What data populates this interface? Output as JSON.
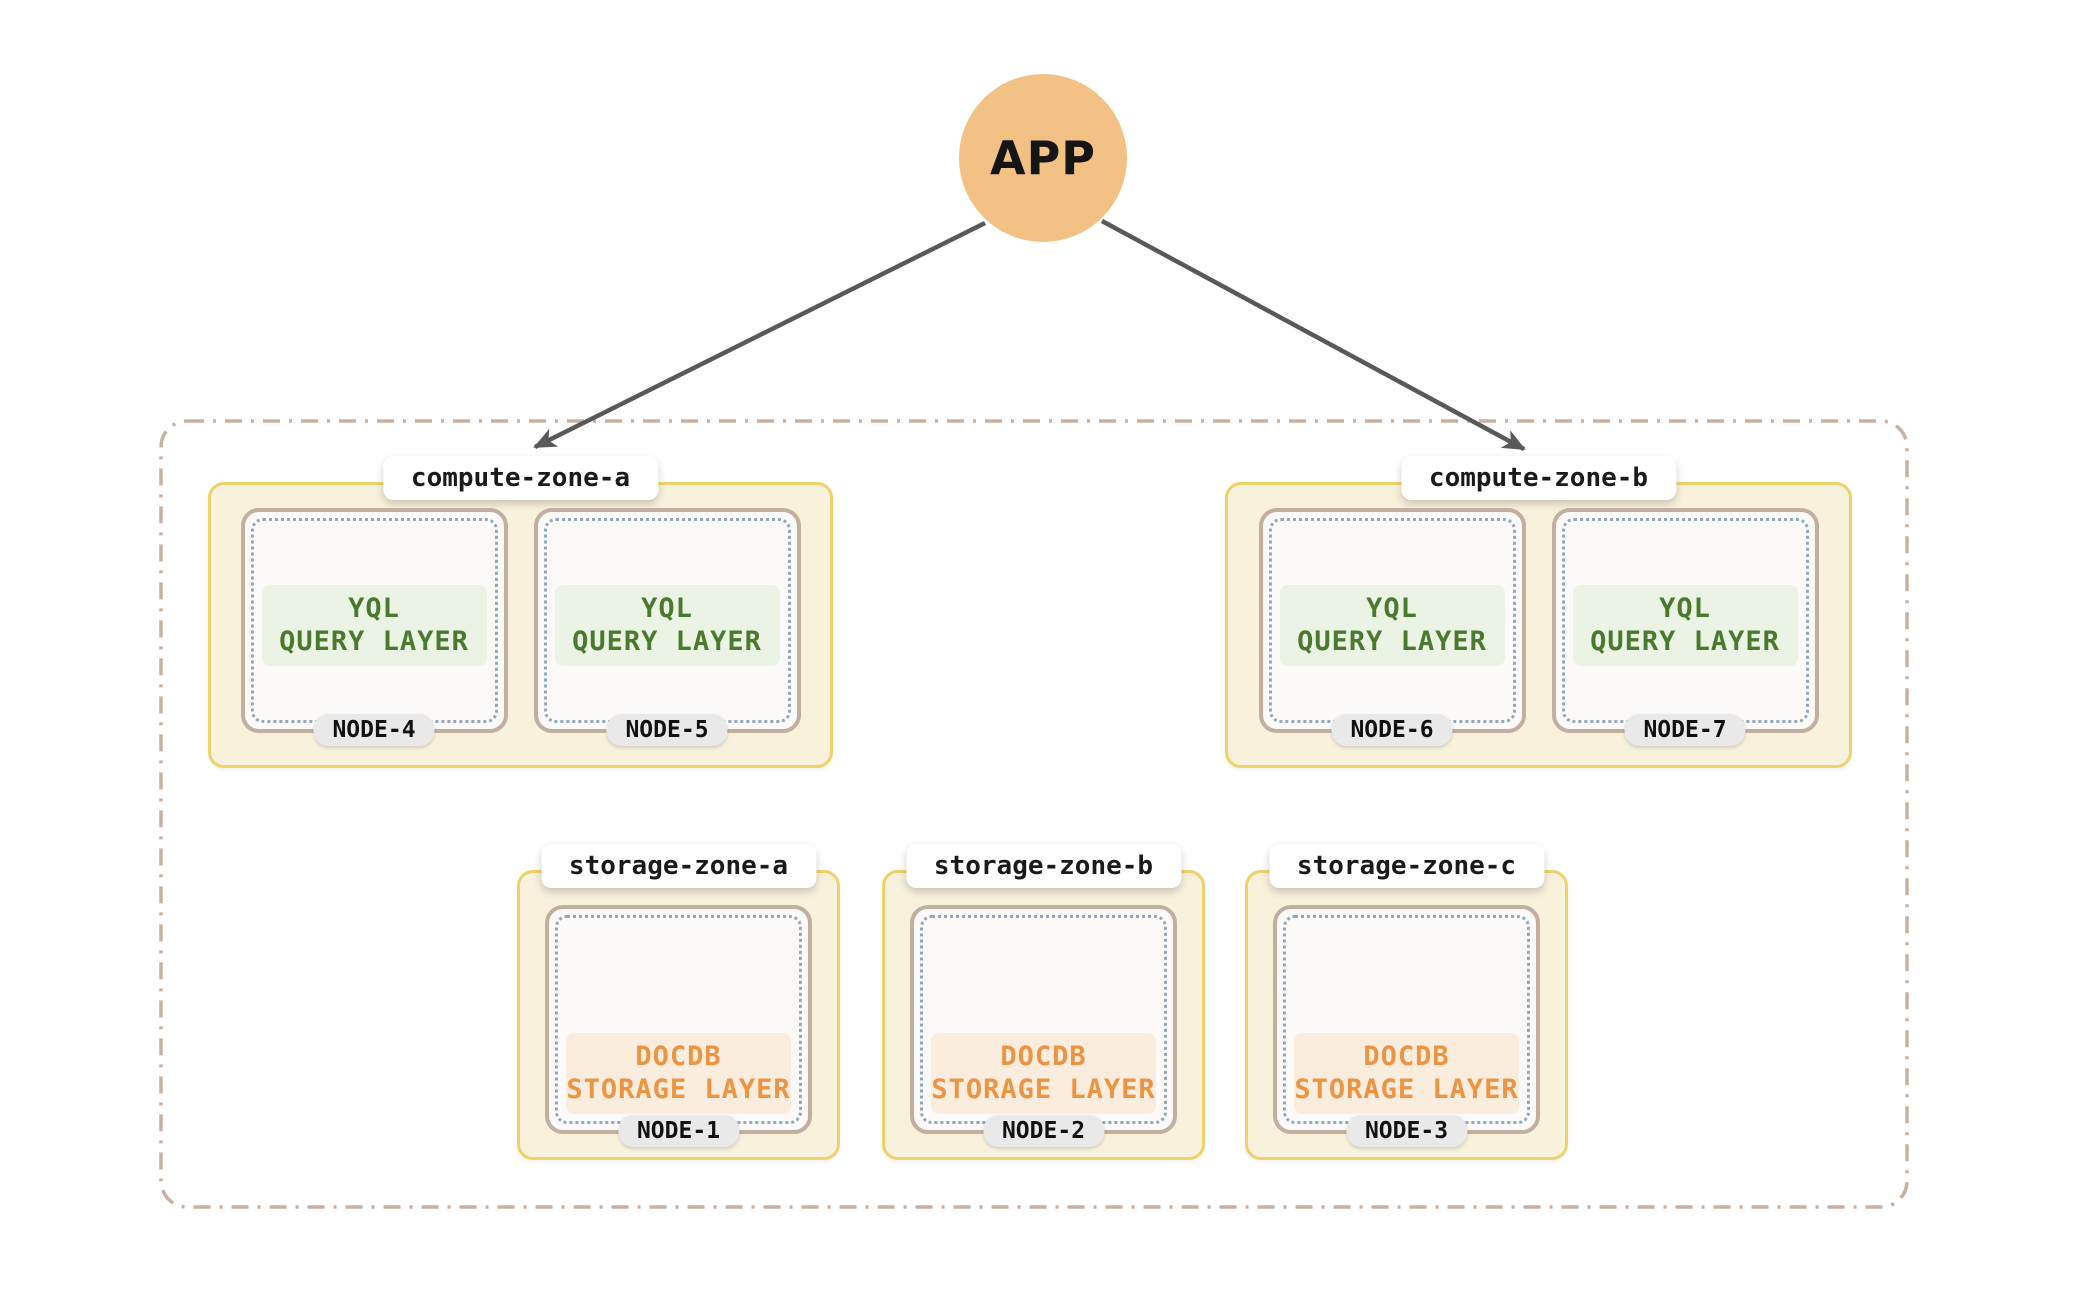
{
  "app": {
    "label": "APP"
  },
  "colors": {
    "app_fill": "#F2C183",
    "arrow": "#595959",
    "cluster_border": "#C9B1A2",
    "zone_fill": "#F8F1DB",
    "zone_border": "#EFD16B",
    "node_fill": "#FBFAF8",
    "node_border": "#C2AF9F",
    "node_dotted_border": "#93A8BC",
    "yql_text": "#4A7A2E",
    "yql_bg": "#EAF3E4",
    "docdb_text": "#EC9441",
    "docdb_bg": "#FAEDDE",
    "node_pill_bg": "#E9E9E9",
    "zone_label_bg": "#FFFFFF"
  },
  "cluster": {
    "compute_zones": [
      {
        "label": "compute-zone-a",
        "nodes": [
          {
            "name": "NODE-4",
            "layer": [
              "YQL",
              "QUERY LAYER"
            ]
          },
          {
            "name": "NODE-5",
            "layer": [
              "YQL",
              "QUERY LAYER"
            ]
          }
        ]
      },
      {
        "label": "compute-zone-b",
        "nodes": [
          {
            "name": "NODE-6",
            "layer": [
              "YQL",
              "QUERY LAYER"
            ]
          },
          {
            "name": "NODE-7",
            "layer": [
              "YQL",
              "QUERY LAYER"
            ]
          }
        ]
      }
    ],
    "storage_zones": [
      {
        "label": "storage-zone-a",
        "nodes": [
          {
            "name": "NODE-1",
            "layer": [
              "DOCDB",
              "STORAGE LAYER"
            ]
          }
        ]
      },
      {
        "label": "storage-zone-b",
        "nodes": [
          {
            "name": "NODE-2",
            "layer": [
              "DOCDB",
              "STORAGE LAYER"
            ]
          }
        ]
      },
      {
        "label": "storage-zone-c",
        "nodes": [
          {
            "name": "NODE-3",
            "layer": [
              "DOCDB",
              "STORAGE LAYER"
            ]
          }
        ]
      }
    ]
  }
}
